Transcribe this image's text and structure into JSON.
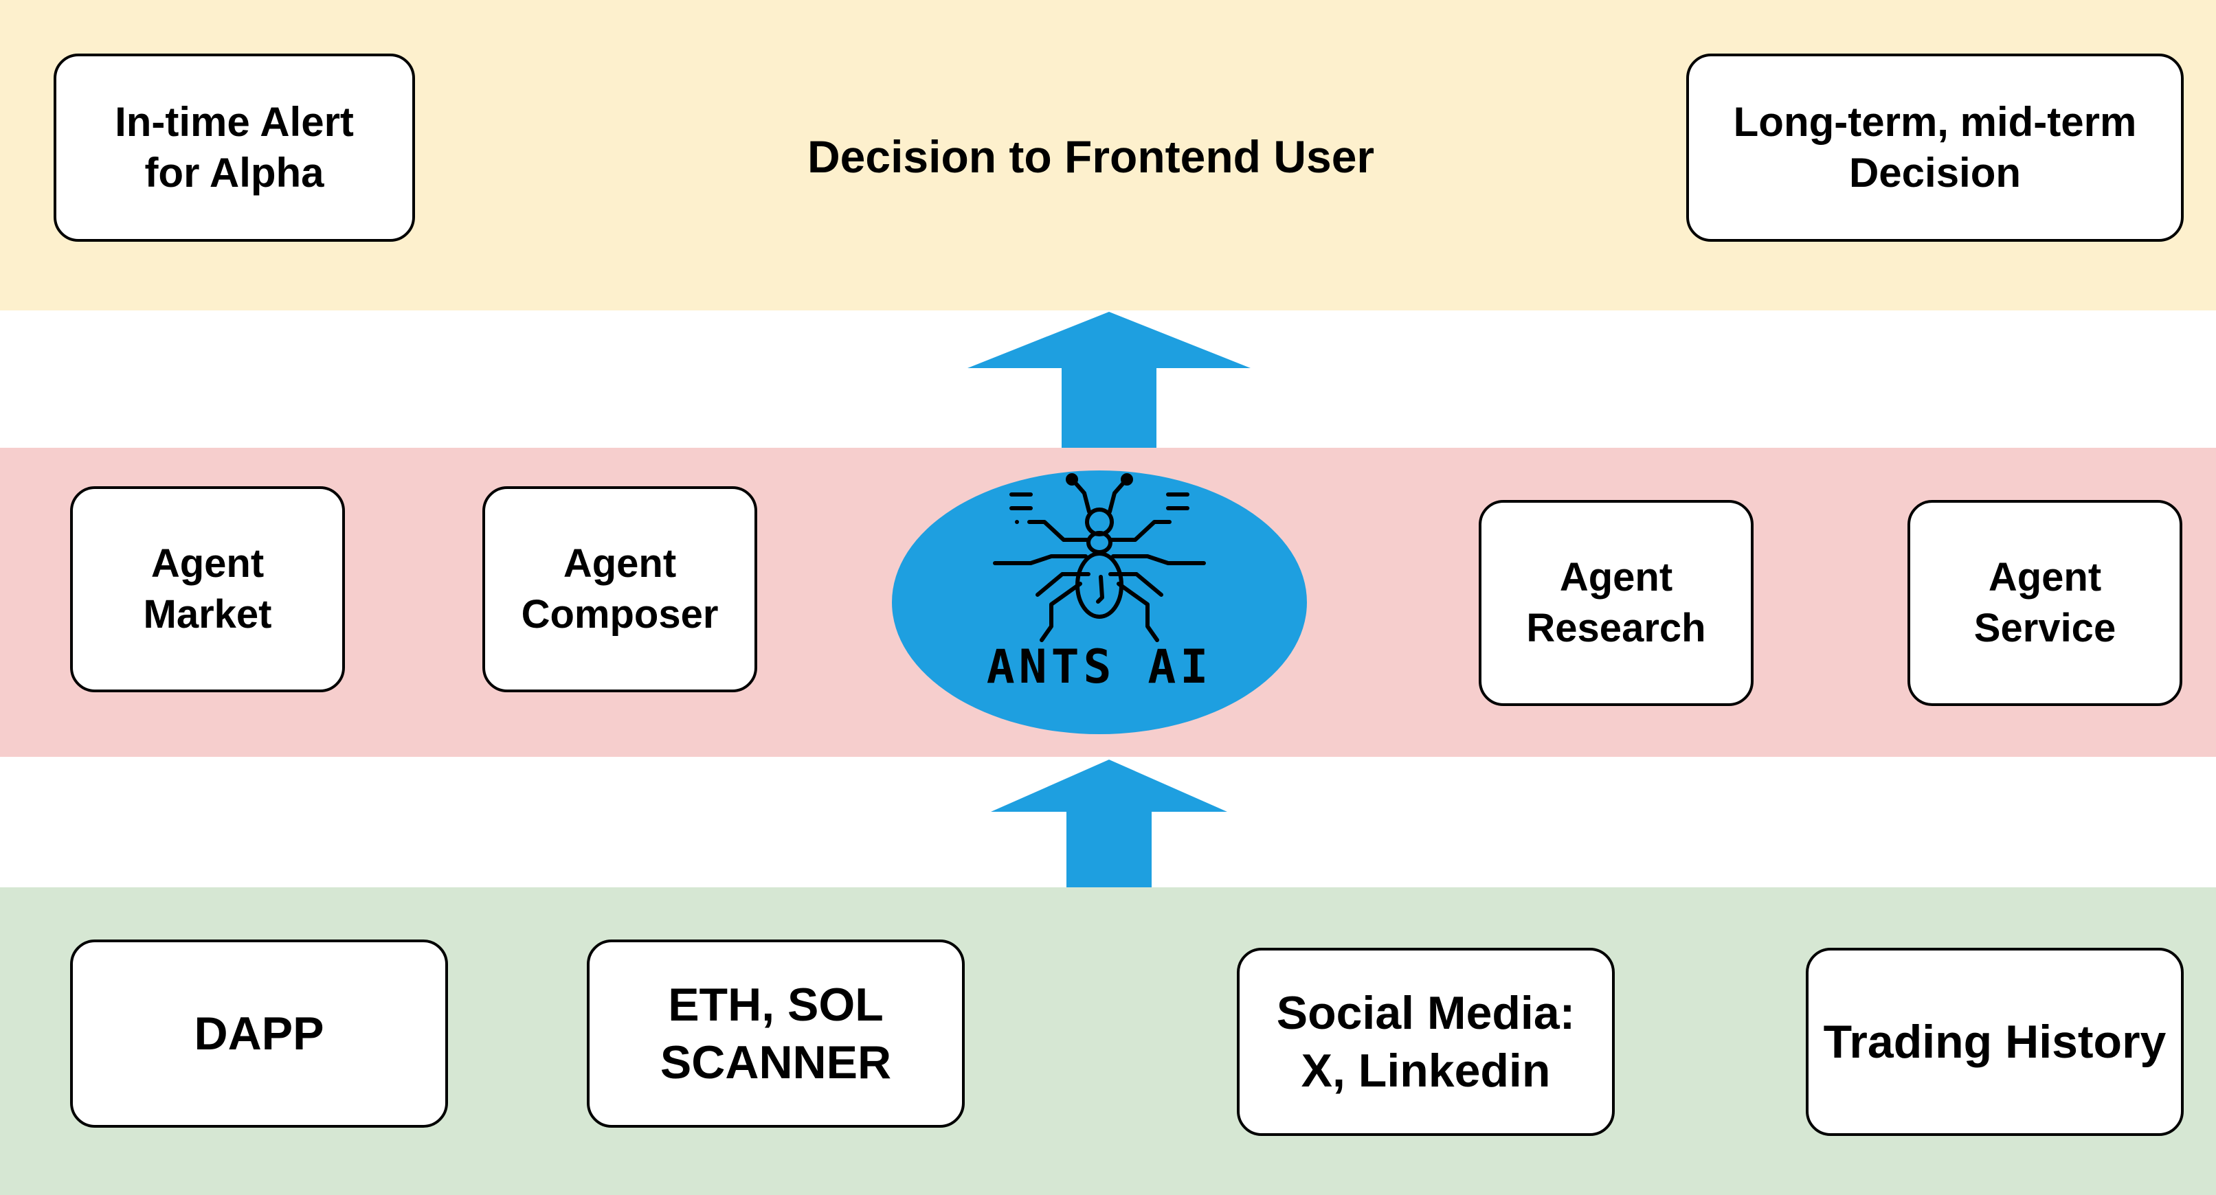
{
  "colors": {
    "top_band": "#fdf0cd",
    "middle_band": "#f6cecd",
    "bottom_band": "#d6e7d3",
    "arrow": "#1e9fe0",
    "ellipse": "#1e9fe0"
  },
  "top_layer": {
    "title": "Decision to Frontend User",
    "boxes": [
      "In-time Alert\nfor Alpha",
      "Long-term, mid-term\nDecision"
    ]
  },
  "middle_layer": {
    "boxes": [
      "Agent\nMarket",
      "Agent\nComposer",
      "Agent\nResearch",
      "Agent\nService"
    ],
    "center": {
      "icon": "ant-icon",
      "label": "ANTS AI"
    }
  },
  "bottom_layer": {
    "boxes": [
      "DAPP",
      "ETH, SOL\nSCANNER",
      "Social Media:\nX, Linkedin",
      "Trading History"
    ]
  }
}
